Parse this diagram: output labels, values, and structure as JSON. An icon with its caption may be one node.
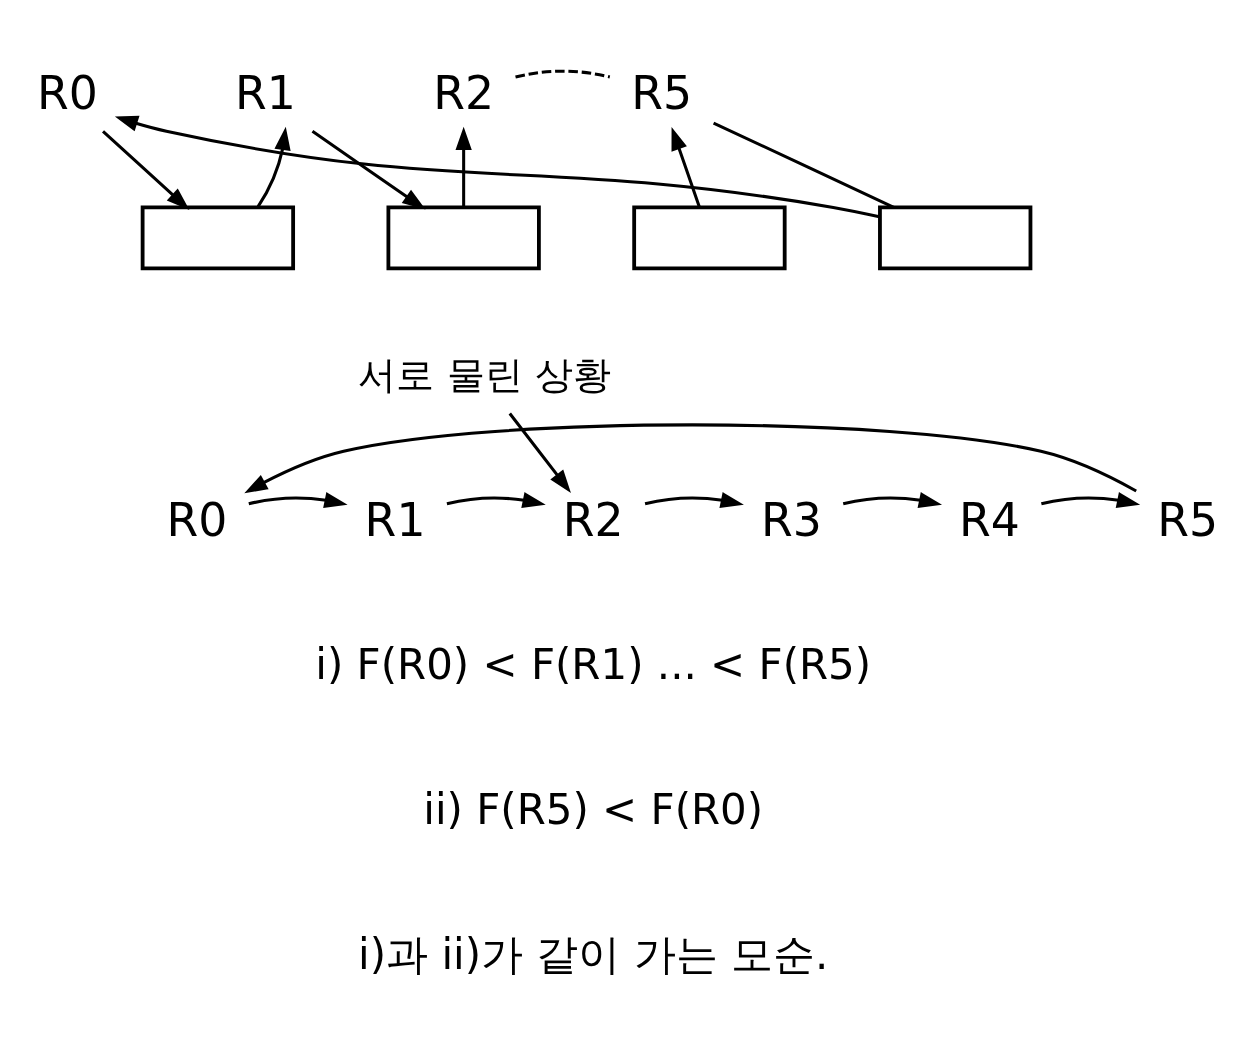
{
  "diagram": {
    "nodes": [
      {
        "text": [
          "R0"
        ]
      },
      {
        "text": [
          "R1"
        ]
      },
      {
        "text": [
          "R2"
        ]
      },
      {
        "text": [
          "R5"
        ]
      },
      {
        "text": [],
        "shape": "box"
      },
      {
        "text": [],
        "shape": "box"
      },
      {
        "text": [],
        "shape": "box"
      },
      {
        "text": [],
        "shape": "box"
      },
      {
        "text": [
          "서로 물린 상황"
        ]
      },
      {
        "text": [
          "R0"
        ]
      },
      {
        "text": [
          "R1"
        ]
      },
      {
        "text": [
          "R2"
        ]
      },
      {
        "text": [
          "R3"
        ]
      },
      {
        "text": [
          "R4"
        ]
      },
      {
        "text": [
          "R5"
        ]
      }
    ],
    "edges": [
      {
        "from": 0,
        "to": 4,
        "arrow": "to"
      },
      {
        "from": 4,
        "to": 1,
        "arrow": "to"
      },
      {
        "from": 1,
        "to": 5,
        "arrow": "to"
      },
      {
        "from": 5,
        "to": 2,
        "arrow": "to"
      },
      {
        "from": 2,
        "to": 3,
        "arrow": "none",
        "style": "dashed"
      },
      {
        "from": 6,
        "to": 3,
        "arrow": "to"
      },
      {
        "from": 3,
        "to": 7,
        "arrow": "none"
      },
      {
        "from": 7,
        "to": 0,
        "arrow": "to"
      },
      {
        "from": 8,
        "to": 11,
        "arrow": "to"
      },
      {
        "from": 9,
        "to": 10,
        "arrow": "to"
      },
      {
        "from": 10,
        "to": 11,
        "arrow": "to"
      },
      {
        "from": 11,
        "to": 12,
        "arrow": "to"
      },
      {
        "from": 12,
        "to": 13,
        "arrow": "to"
      },
      {
        "from": 13,
        "to": 14,
        "arrow": "to"
      },
      {
        "from": 14,
        "to": 9,
        "arrow": "to"
      }
    ],
    "labels": [
      "i) F(R0) < F(R1) ... < F(R5)",
      "ii) F(R5) < F(R0)",
      "i)과 ii)가 같이 가는 모순."
    ]
  }
}
